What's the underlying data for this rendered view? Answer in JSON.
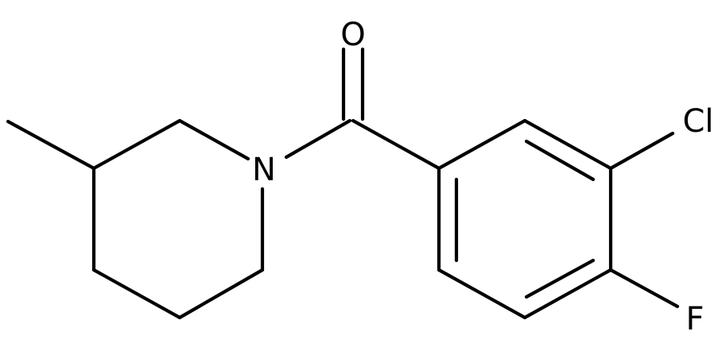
{
  "atoms": {
    "oxygen": "O",
    "nitrogen": "N",
    "chlorine": "Cl",
    "fluorine": "F"
  },
  "colors": {
    "bond": "#000000",
    "background": "#ffffff"
  }
}
